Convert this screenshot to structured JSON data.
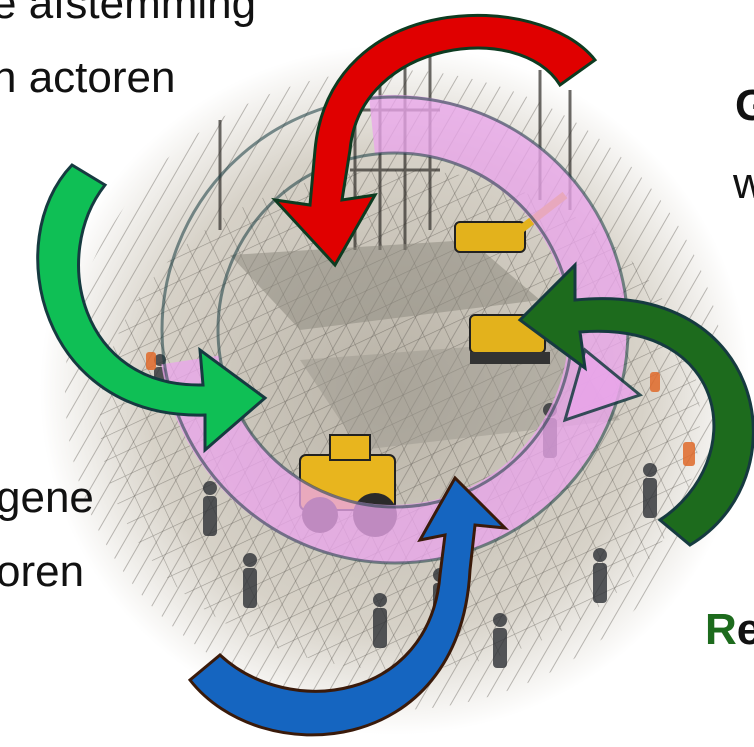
{
  "labels": {
    "top_line1": "e afstemming",
    "top_line2": "n actoren",
    "right_line1": "G",
    "right_line2": "w",
    "left_line1": "gene",
    "left_line2": "oren",
    "bottom_right_accent": "R",
    "bottom_right_rest": "e"
  },
  "colors": {
    "red_arrow": "#e00000",
    "green_arrow": "#0fbf55",
    "dark_green_arrow": "#1d6b1d",
    "blue_arrow": "#1565c0",
    "pink_circle": "#e9a5ea",
    "outline": "#163a40",
    "accent_green_text": "#1d6b1d"
  },
  "illustration": {
    "subject": "sketch-style construction site with workers, excavators and machinery"
  }
}
